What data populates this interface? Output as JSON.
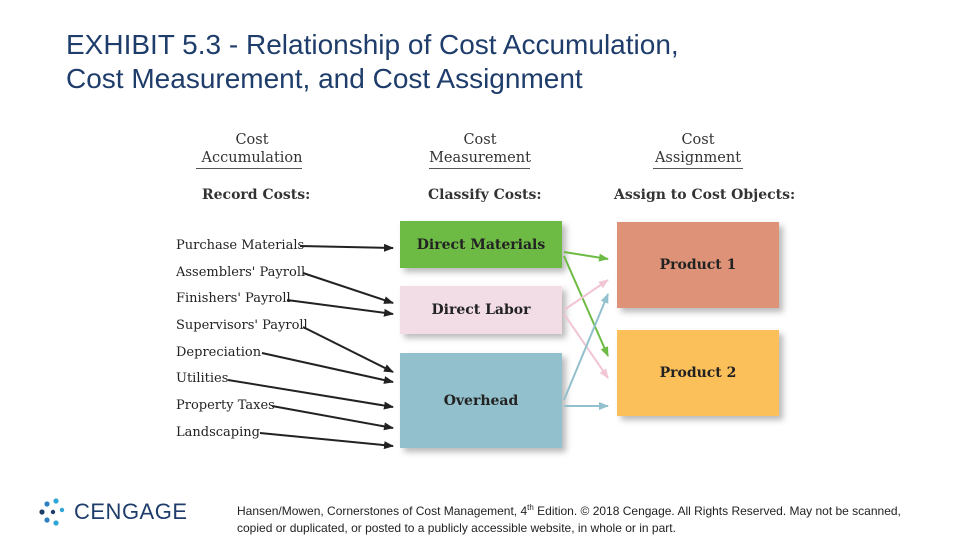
{
  "title": {
    "line1": "EXHIBIT 5.3 - Relationship of Cost Accumulation,",
    "line2": "Cost Measurement, and Cost Assignment"
  },
  "columns": {
    "accumulation": {
      "header_line1": "Cost",
      "header_line2": "Accumulation",
      "subheader": "Record Costs:"
    },
    "measurement": {
      "header_line1": "Cost",
      "header_line2": "Measurement",
      "subheader": "Classify Costs:"
    },
    "assignment": {
      "header_line1": "Cost",
      "header_line2": "Assignment",
      "subheader": "Assign to Cost Objects:"
    }
  },
  "cost_items": [
    "Purchase Materials",
    "Assemblers' Payroll",
    "Finishers' Payroll",
    "Supervisors' Payroll",
    "Depreciation",
    "Utilities",
    "Property Taxes",
    "Landscaping"
  ],
  "cost_classes": [
    {
      "label": "Direct Materials",
      "color": "#6dbb44"
    },
    {
      "label": "Direct Labor",
      "color": "#f2dde6"
    },
    {
      "label": "Overhead",
      "color": "#92c0cd"
    }
  ],
  "cost_objects": [
    {
      "label": "Product 1",
      "color": "#de9378"
    },
    {
      "label": "Product 2",
      "color": "#fcc05a"
    }
  ],
  "logo": {
    "text": "CENGAGE"
  },
  "footer": {
    "citation_pre": "Hansen/Mowen, Cornerstones of Cost Management, 4",
    "citation_sup": "th",
    "citation_post": " Edition. © 2018 Cengage. All Rights Reserved. May not be scanned, copied or duplicated, or posted to a publicly accessible website, in whole or in part."
  },
  "colors": {
    "title": "#1f3d6b",
    "arrow": "#222222",
    "arrow_direct_materials": "#6dbb44",
    "arrow_direct_labor": "#f0c6d4",
    "arrow_overhead": "#92c0cd"
  }
}
